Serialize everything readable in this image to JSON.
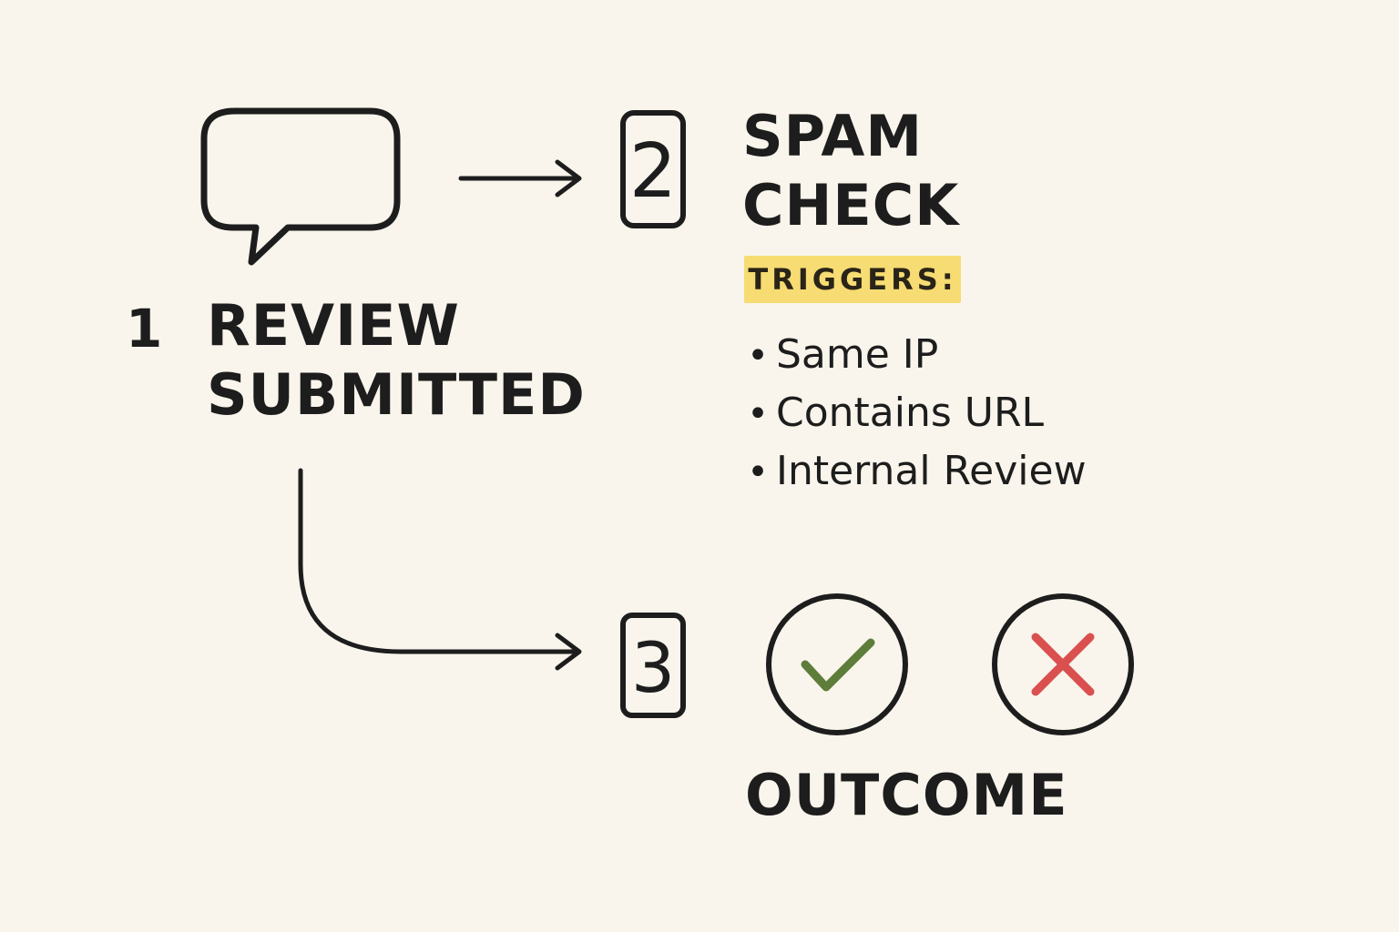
{
  "steps": [
    {
      "number": "1",
      "title_line1": "REVIEW",
      "title_line2": "SUBMITTED"
    },
    {
      "number": "2",
      "title_line1": "SPAM",
      "title_line2": "CHECK"
    },
    {
      "number": "3",
      "title": "OUTCOME"
    }
  ],
  "triggers": {
    "label": "TRIGGERS:",
    "items": [
      "Same IP",
      "Contains URL",
      "Internal Review"
    ]
  },
  "icons": {
    "review": "speech-bubble-icon",
    "approve": "check-circle-icon",
    "reject": "x-circle-icon"
  },
  "colors": {
    "background": "#f9f5ec",
    "ink": "#1d1d1d",
    "highlight": "#f6dc72",
    "approve": "#5e7d3a",
    "reject": "#d9504f"
  }
}
